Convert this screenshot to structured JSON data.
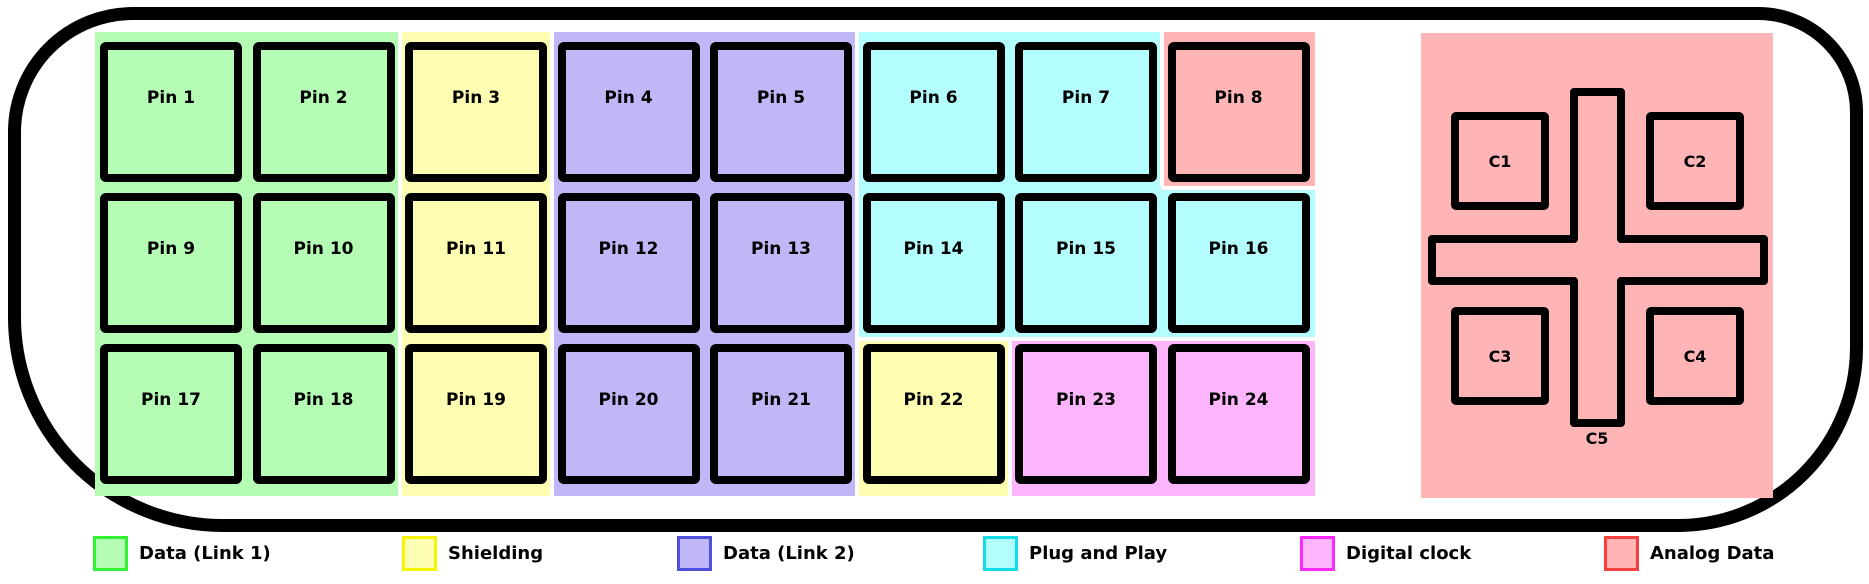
{
  "colors": {
    "data1": {
      "fill": "#b5fdb5",
      "edge": "#32f032"
    },
    "shielding": {
      "fill": "#fdfeb2",
      "edge": "#f5f500"
    },
    "data2": {
      "fill": "#c0b8f6",
      "edge": "#5050dc"
    },
    "pnp": {
      "fill": "#b4fdfe",
      "edge": "#10dde6"
    },
    "clock": {
      "fill": "#fdb5fc",
      "edge": "#fa28fa"
    },
    "analog": {
      "fill": "#ffb5b5",
      "edge": "#f54040"
    }
  },
  "pins": [
    {
      "label": "Pin 1",
      "color": "data1"
    },
    {
      "label": "Pin 2",
      "color": "data1"
    },
    {
      "label": "Pin 3",
      "color": "shielding"
    },
    {
      "label": "Pin 4",
      "color": "data2"
    },
    {
      "label": "Pin 5",
      "color": "data2"
    },
    {
      "label": "Pin 6",
      "color": "pnp"
    },
    {
      "label": "Pin 7",
      "color": "pnp"
    },
    {
      "label": "Pin 8",
      "color": "analog"
    },
    {
      "label": "Pin 9",
      "color": "data1"
    },
    {
      "label": "Pin 10",
      "color": "data1"
    },
    {
      "label": "Pin 11",
      "color": "shielding"
    },
    {
      "label": "Pin 12",
      "color": "data2"
    },
    {
      "label": "Pin 13",
      "color": "data2"
    },
    {
      "label": "Pin 14",
      "color": "pnp"
    },
    {
      "label": "Pin 15",
      "color": "pnp"
    },
    {
      "label": "Pin 16",
      "color": "pnp"
    },
    {
      "label": "Pin 17",
      "color": "data1"
    },
    {
      "label": "Pin 18",
      "color": "data1"
    },
    {
      "label": "Pin 19",
      "color": "shielding"
    },
    {
      "label": "Pin 20",
      "color": "data2"
    },
    {
      "label": "Pin 21",
      "color": "data2"
    },
    {
      "label": "Pin 22",
      "color": "shielding"
    },
    {
      "label": "Pin 23",
      "color": "clock"
    },
    {
      "label": "Pin 24",
      "color": "clock"
    }
  ],
  "capacitors": {
    "items": [
      "C1",
      "C2",
      "C3",
      "C4"
    ],
    "bottom_label": "C5",
    "panel_color": "analog"
  },
  "legend": {
    "items": [
      {
        "key": "data1",
        "label": "Data (Link 1)"
      },
      {
        "key": "shielding",
        "label": "Shielding"
      },
      {
        "key": "data2",
        "label": "Data (Link 2)"
      },
      {
        "key": "pnp",
        "label": "Plug and Play"
      },
      {
        "key": "clock",
        "label": "Digital clock"
      },
      {
        "key": "analog",
        "label": "Analog Data"
      }
    ]
  }
}
